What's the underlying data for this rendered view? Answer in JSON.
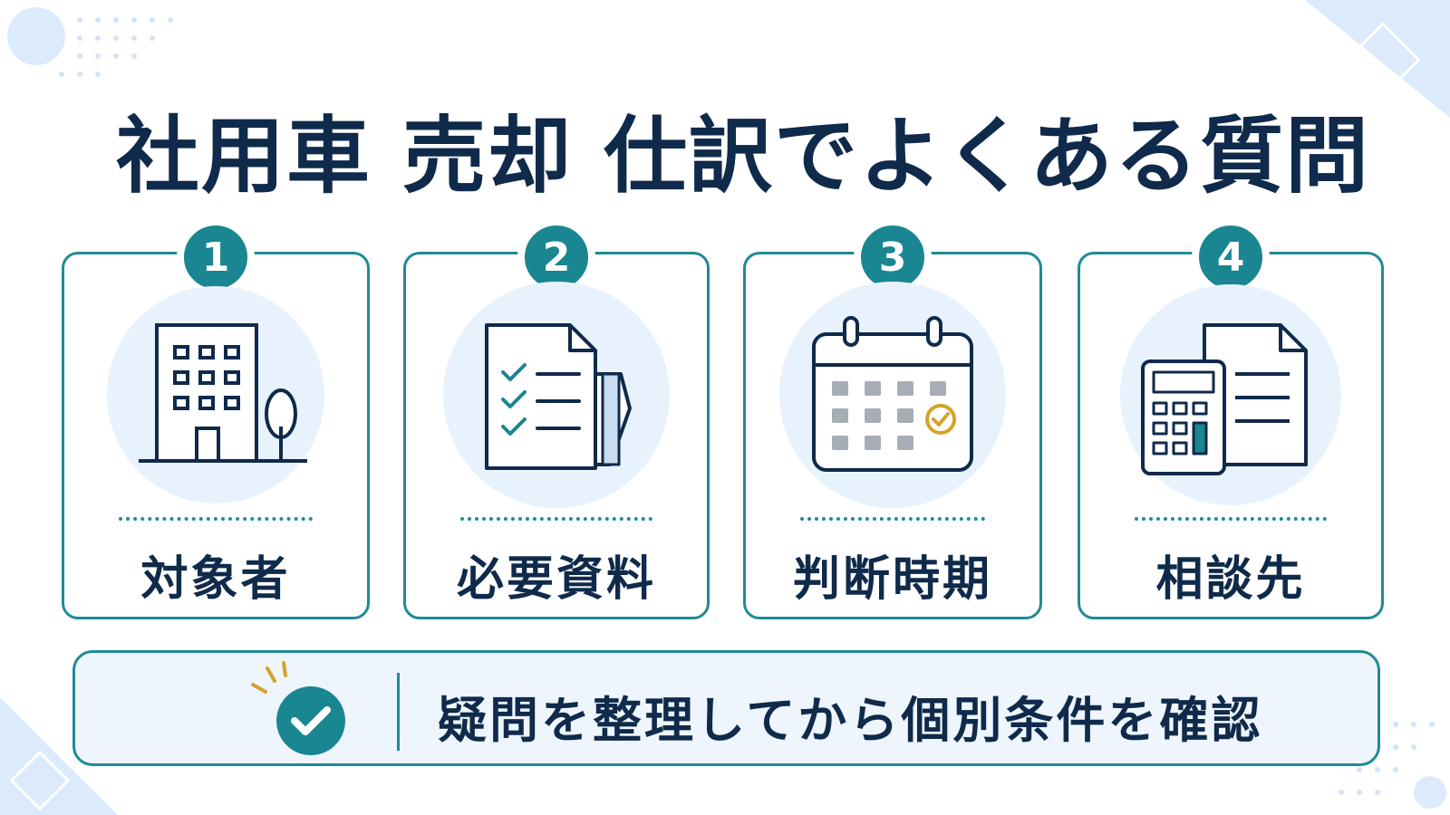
{
  "title": "社用車 売却 仕訳でよくある質問",
  "cards": [
    {
      "number": "1",
      "label": "対象者",
      "icon": "office-building-icon"
    },
    {
      "number": "2",
      "label": "必要資料",
      "icon": "document-checklist-icon"
    },
    {
      "number": "3",
      "label": "判断時期",
      "icon": "calendar-icon"
    },
    {
      "number": "4",
      "label": "相談先",
      "icon": "calculator-document-icon"
    }
  ],
  "footer": {
    "text": "疑問を整理してから個別条件を確認",
    "icon": "checkmark-icon"
  },
  "colors": {
    "navy": "#0f2a4a",
    "teal": "#1a8691",
    "light_blue": "#e8f2fc",
    "gold": "#d4a32a"
  }
}
